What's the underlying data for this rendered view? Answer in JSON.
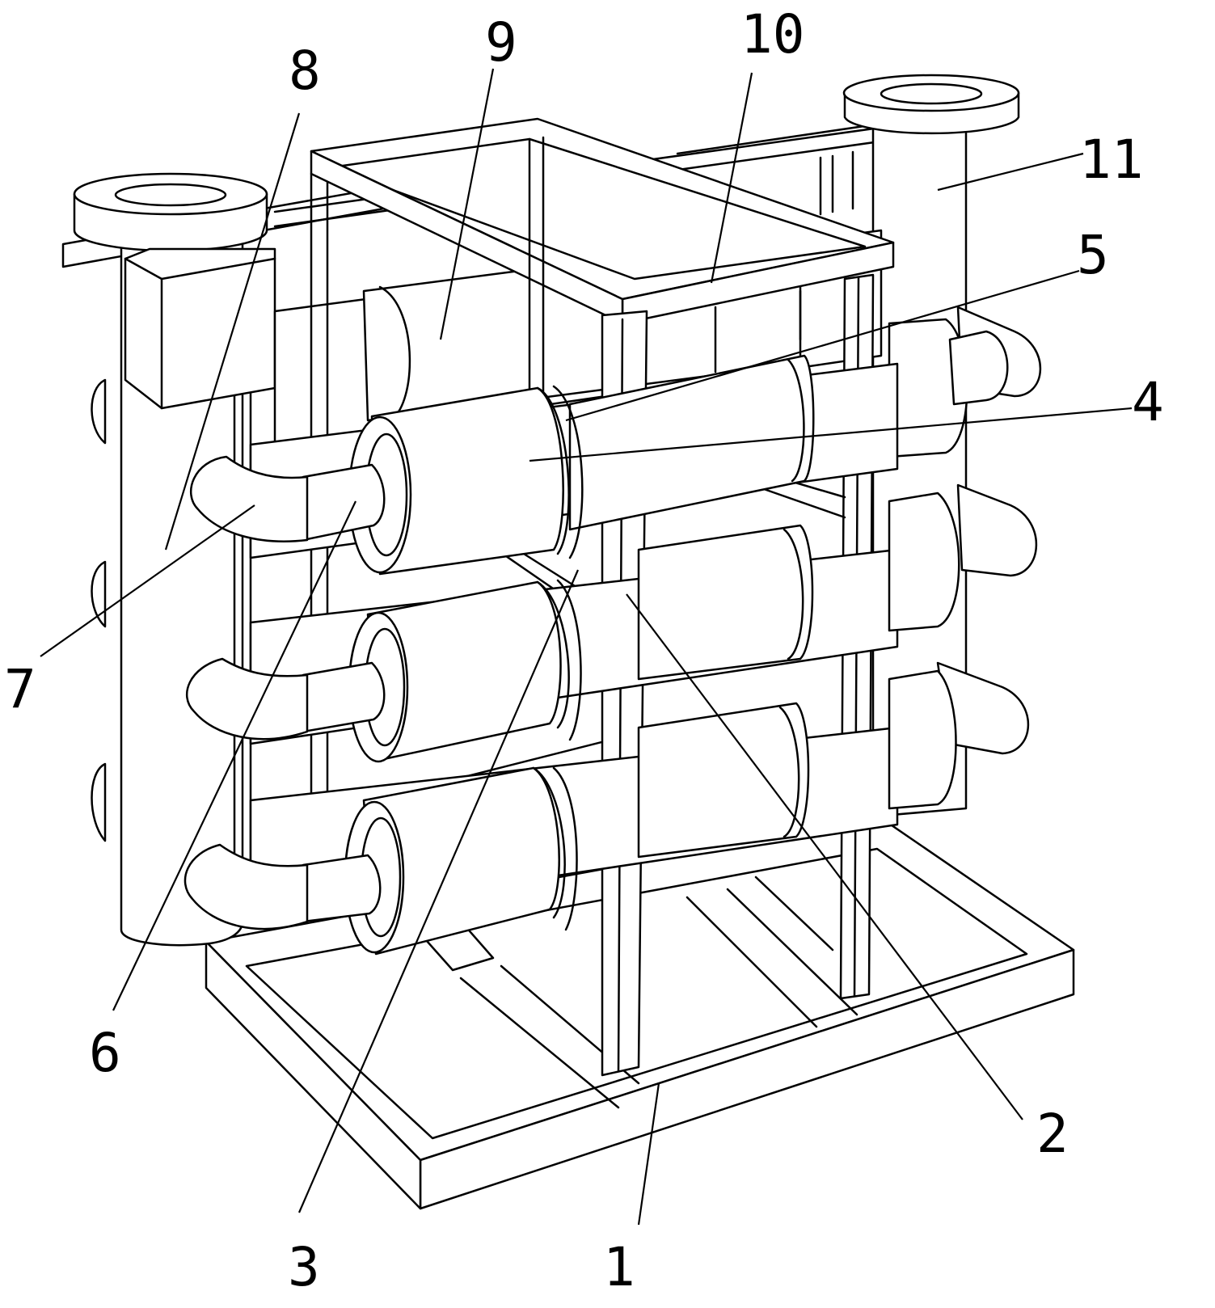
{
  "colors": {
    "line": "#000000",
    "background": "#ffffff"
  },
  "callouts": [
    {
      "id": "c1",
      "text": "1"
    },
    {
      "id": "c2",
      "text": "2"
    },
    {
      "id": "c3",
      "text": "3"
    },
    {
      "id": "c4",
      "text": "4"
    },
    {
      "id": "c5",
      "text": "5"
    },
    {
      "id": "c6",
      "text": "6"
    },
    {
      "id": "c7",
      "text": "7"
    },
    {
      "id": "c8",
      "text": "8"
    },
    {
      "id": "c9",
      "text": "9"
    },
    {
      "id": "c10",
      "text": "10"
    },
    {
      "id": "c11",
      "text": "11"
    }
  ]
}
